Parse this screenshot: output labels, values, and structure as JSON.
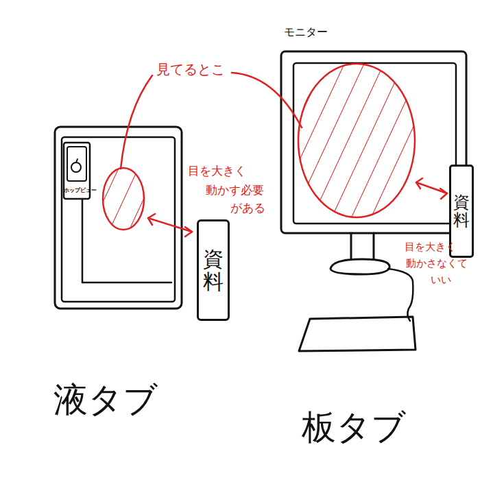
{
  "diagram": {
    "nodes": [
      {
        "text": [
          "ホップビュー"
        ]
      },
      {
        "text": [
          "資料"
        ]
      },
      {
        "text": [
          "資料"
        ]
      }
    ],
    "labels": [
      "見てるとこ",
      "モニター",
      "目を大きく",
      "動かす必要",
      "がある",
      "目を大きく",
      "動かさなくて",
      "いい",
      "液タブ",
      "板タブ"
    ]
  }
}
